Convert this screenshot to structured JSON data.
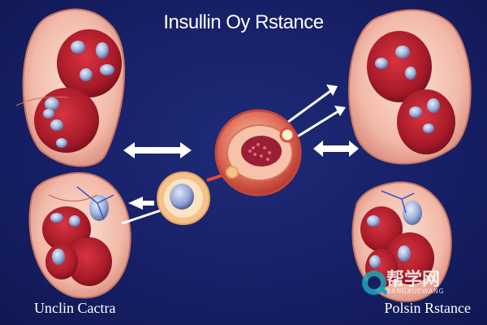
{
  "title": "Insullin Oy Rstance",
  "labels": {
    "bottom_left": "Unclin Cactra",
    "bottom_right": "Polsin Rstance"
  },
  "watermark": {
    "main": "帮学网",
    "sub": "BANGXUEWANG"
  },
  "colors": {
    "background": "#16205e",
    "organ_fill": "#f2b9a8",
    "tissue_red": "#b3202d",
    "cell_blue": "#9fb3da",
    "arrow": "#ffffff",
    "nucleus_ring": "#f4c28a"
  }
}
